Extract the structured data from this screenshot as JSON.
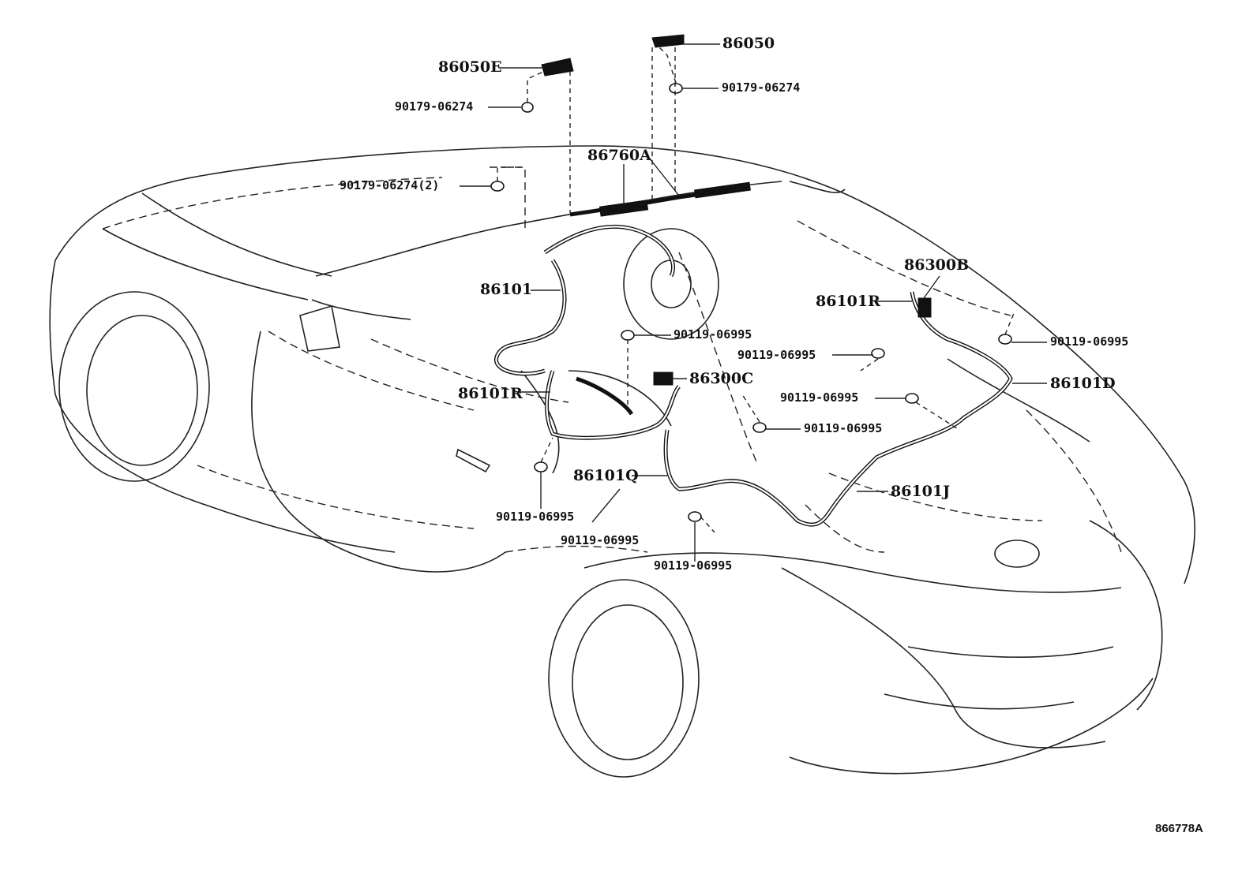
{
  "labels": {
    "p86050E": "86050E",
    "p86050": "86050",
    "p90179_top_left": "90179-06274",
    "p90179_top_right": "90179-06274",
    "p90179_2": "90179-06274(2)",
    "p86760A": "86760A",
    "p86300B": "86300B",
    "p86101_center": "86101",
    "p86101R_right": "86101R",
    "p90119_a": "90119-06995",
    "p90119_b": "90119-06995",
    "p90119_c": "90119-06995",
    "p86300C": "86300C",
    "p86101R_left": "86101R",
    "p86101D": "86101D",
    "p90119_d": "90119-06995",
    "p90119_e": "90119-06995",
    "p86101Q": "86101Q",
    "p86101J": "86101J",
    "p90119_f": "90119-06995",
    "p90119_g": "90119-06995",
    "p90119_h": "90119-06995"
  },
  "illustration_id": "866778A"
}
